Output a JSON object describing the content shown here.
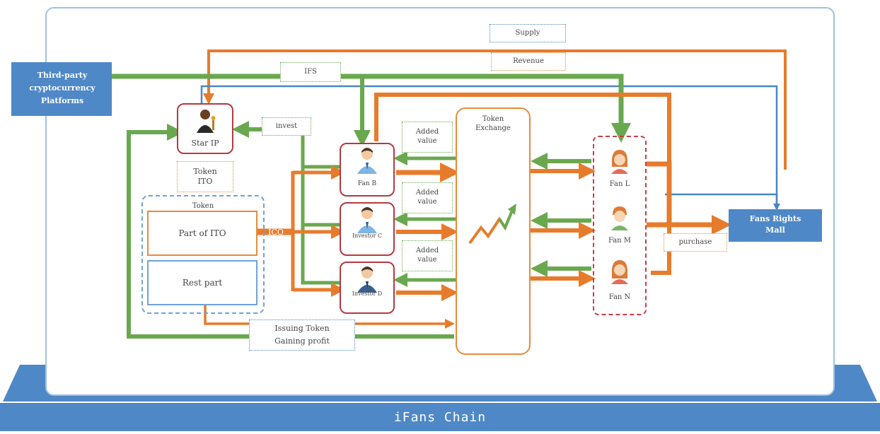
{
  "chain": {
    "label": "iFans Chain"
  },
  "third_party": {
    "label": "Third-party cryptocurrency Platforms"
  },
  "star_ip": {
    "label": "Star IP"
  },
  "token_ito": {
    "label": "Token ITO"
  },
  "token_group": {
    "title": "Token",
    "part_of_ito": "Part of ITO",
    "rest_part": "Rest part"
  },
  "ico": {
    "label": "ICO"
  },
  "investors": {
    "fan_b": "Fan B",
    "investor_c": "Investor C",
    "investor_d": "Investor D"
  },
  "fans": {
    "fan_l": "Fan L",
    "fan_m": "Fan M",
    "fan_n": "Fan N"
  },
  "exchange": {
    "label": "Token Exchange"
  },
  "fans_rights_mall": {
    "label": "Fans Rights Mall"
  },
  "flows": {
    "supply": "Supply",
    "revenue": "Revenue",
    "ifs": "IFS",
    "invest": "invest",
    "added_value_1": "Added value",
    "added_value_2": "Added value",
    "added_value_3": "Added value",
    "purchase": "purchase",
    "issuing_token": "Issuing Token",
    "gaining_profit": "Gaining profit"
  },
  "colors": {
    "green": "#6aa84f",
    "orange": "#e77b2c",
    "blue": "#4a86c5",
    "chain_blue": "#5b9bd5",
    "person_border": "#b5393f"
  }
}
